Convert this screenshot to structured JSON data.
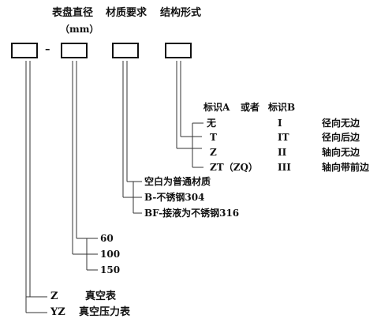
{
  "header": {
    "dial_diameter": "表盘直径",
    "unit": "（mm）",
    "material": "材质要求",
    "structure": "结构形式",
    "dash": "–"
  },
  "structure_legend": {
    "header_a": "标识A",
    "header_or": "或者",
    "header_b": "标识B",
    "rows": [
      {
        "code_a": "无",
        "code_b": "I",
        "desc": "径向无边"
      },
      {
        "code_a": "T",
        "code_b": "IT",
        "desc": "径向后边"
      },
      {
        "code_a": "Z",
        "code_b": "II",
        "desc": "轴向无边"
      },
      {
        "code_a": "ZT（ZQ）",
        "code_b": "III",
        "desc": "轴向带前边"
      }
    ]
  },
  "material_options": [
    "空白为普通材质",
    "B-不锈钢304",
    "BF-接液为不锈钢316"
  ],
  "diameter_options": [
    "60",
    "100",
    "150"
  ],
  "type_options": [
    {
      "code": "Z",
      "desc": "真空表"
    },
    {
      "code": "YZ",
      "desc": "真空压力表"
    }
  ]
}
